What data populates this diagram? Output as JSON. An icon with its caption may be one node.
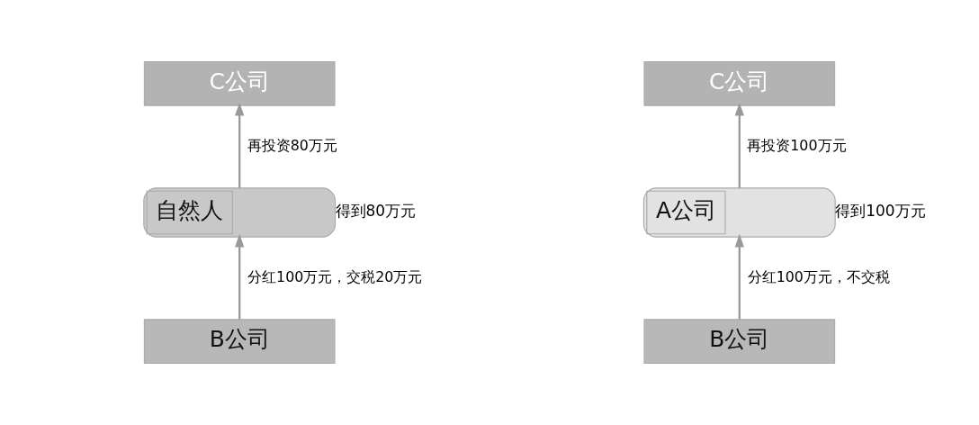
{
  "diagram": {
    "nodes": [
      {
        "text": [
          "C公司"
        ]
      },
      {
        "text": [
          "自然人"
        ],
        "beside": [
          "得到80万元"
        ]
      },
      {
        "text": [
          "B公司"
        ]
      },
      {
        "text": [
          "C公司"
        ]
      },
      {
        "text": [
          "A公司"
        ],
        "beside": [
          "得到100万元"
        ]
      },
      {
        "text": [
          "B公司"
        ]
      }
    ],
    "edges": [
      {
        "from": 2,
        "to": 1,
        "arrow": "to",
        "label": "分红100万元，交税20万元"
      },
      {
        "from": 1,
        "to": 0,
        "arrow": "to",
        "label": "再投资80万元"
      },
      {
        "from": 5,
        "to": 4,
        "arrow": "to",
        "label": "分红100万元，不交税"
      },
      {
        "from": 4,
        "to": 3,
        "arrow": "to",
        "label": "再投资100万元"
      }
    ]
  }
}
